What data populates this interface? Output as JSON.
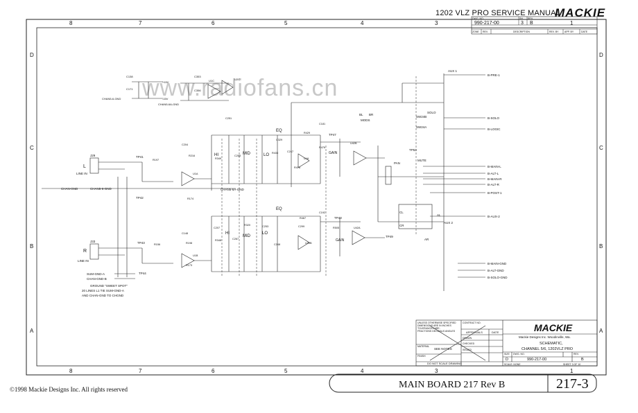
{
  "header": {
    "manual_title": "1202 VLZ PRO SERVICE MANUAL",
    "brand": "MACKIE",
    "dwg_no_label": "DWG. NO.",
    "dwg_no": "990-217-00",
    "sh_label": "SH",
    "sh_value": "3",
    "rev_label": "REV.",
    "rev_value": "B",
    "rev_block_cols": [
      "ZONE",
      "REV.",
      "DESCRIPTION",
      "REV. BY",
      "APP. BY",
      "DATE"
    ]
  },
  "grid": {
    "columns": [
      "8",
      "7",
      "6",
      "5",
      "4",
      "3",
      "1"
    ],
    "rows": [
      "D",
      "C",
      "B",
      "A"
    ]
  },
  "watermark": "www.radiofans.cn",
  "schematic": {
    "power_block": {
      "caps": [
        "C138",
        "C171",
        "C353",
        "C356"
      ],
      "ics": [
        "U1C",
        "U2C"
      ],
      "labels": [
        "+15V",
        "-15V",
        "CHAN5-6-GND",
        "CHAN5-6A-GND"
      ]
    },
    "channel_5": {
      "input_labels": [
        "L",
        "LINE IN",
        "J29"
      ],
      "ground_labels": [
        "CHAN-GND",
        "CHAN5-6-GND",
        "CHAN5-6A-GND"
      ],
      "eq_label": "EQ",
      "eq_bands": [
        "HI",
        "MID",
        "LO"
      ],
      "gain_label": "GAIN",
      "test_points": [
        "TP41",
        "TP42",
        "TP47",
        "TP53"
      ],
      "parts": [
        "R197",
        "C204",
        "R216",
        "U1A",
        "R174",
        "R349",
        "C251",
        "C268",
        "C329",
        "R433",
        "C247",
        "R429",
        "U4A",
        "R478",
        "C181",
        "R476",
        "U42B"
      ]
    },
    "channel_6": {
      "input_labels": [
        "R",
        "LINE IN",
        "J33"
      ],
      "eq_label": "EQ",
      "eq_bands": [
        "HI",
        "MID",
        "LO"
      ],
      "gain_label": "GAIN",
      "test_points": [
        "TP43",
        "TP44",
        "TP48",
        "TP49"
      ],
      "parts": [
        "R156",
        "C148",
        "R198",
        "U1B",
        "R173",
        "R348",
        "C207",
        "C267",
        "R320",
        "C253",
        "C248",
        "R467",
        "C299",
        "U29B",
        "C192",
        "R505",
        "U42A"
      ]
    },
    "right_block": {
      "aux_labels": [
        "AUX 1",
        "AUX 2"
      ],
      "solo_labels": [
        "SOLO",
        "SW24B",
        "SW24A"
      ],
      "mute_label": "MUTE",
      "pan_label": "PAN",
      "mods_labels": [
        "BL",
        "BR",
        "MODS"
      ],
      "cl_cr_labels": [
        "CL",
        "CR",
        "AL",
        "AR"
      ],
      "bus_outputs": [
        "B-PRE-1",
        "B-SOLO",
        "B-LOGIC",
        "B-MAIN-L",
        "B-ALT-L",
        "B-MAIN-R",
        "B-ALT-R",
        "B-POST-1",
        "B-AUX-2",
        "B-MAIN-GND",
        "B-ALT-GND",
        "B-SOLO-GND"
      ]
    },
    "notes": {
      "ground_note_lines": [
        "SUM-GND-A",
        "CHAN-GND-B",
        "GROUND \"SWEET SPOT\"",
        "20 LINES L1 TIE SUM-GND-A",
        "AND CHAN-GND TO CHGND"
      ]
    }
  },
  "title_block": {
    "unless_note": [
      "UNLESS OTHERWISE SPECIFIED",
      "DIMENSIONS ARE IN INCHES",
      "TOLERANCES ARE:",
      "FRACTIONS  DECIMALS  ANGLES"
    ],
    "contract_no_label": "CONTRACT NO.",
    "approvals_label": "APPROVALS",
    "date_label": "DATE",
    "drawn_label": "DRAWN",
    "checked_label": "CHECKED",
    "issued_label": "ISSUED",
    "material_label": "MATERIAL",
    "finish_label": "FINISH",
    "see_notes": "SEE NOTES",
    "do_not_scale": "DO NOT SCALE DRAWING",
    "company": "Mackie Designs Inc.   Woodinville, Wa.",
    "drawing_title_1": "SCHEMATIC,",
    "drawing_title_2": "CHANNEL 5/6, 1202VLZ PRO",
    "size_label": "SIZE",
    "size_value": "D",
    "dwg_no_label": "DWG. NO.",
    "dwg_no": "990-217-00",
    "rev_label": "REV.",
    "rev_value": "B",
    "scale_label": "SCALE: NONE",
    "sheet_label": "SHEET  3  OF  10"
  },
  "footer": {
    "copyright": "©1998 Mackie Designs Inc. All rights reserved",
    "board": "MAIN BOARD 217 Rev B",
    "page": "217-3"
  }
}
